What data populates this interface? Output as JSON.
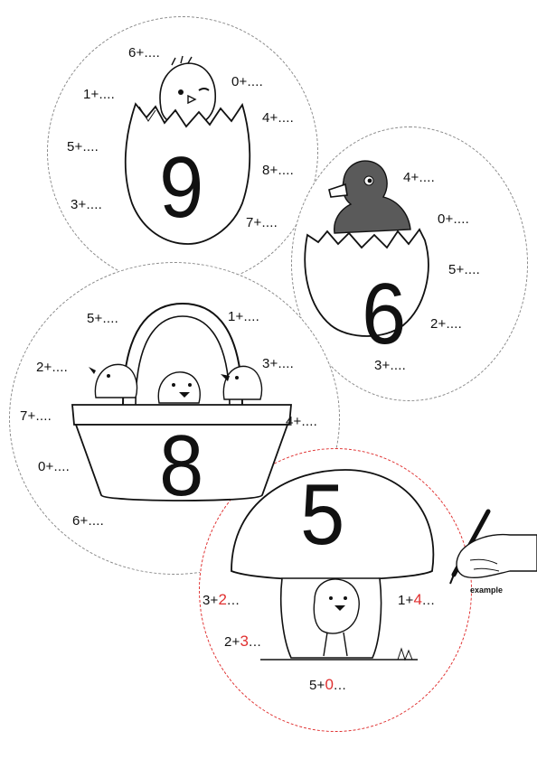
{
  "circles": [
    {
      "id": "circle-9",
      "number": "9",
      "illustration": "chick-in-egg",
      "expressions": [
        "6+....",
        "0+....",
        "1+....",
        "4+....",
        "5+....",
        "8+....",
        "3+....",
        "7+...."
      ]
    },
    {
      "id": "circle-6",
      "number": "6",
      "illustration": "duckling-in-egg",
      "expressions": [
        "4+....",
        "0+....",
        "5+....",
        "2+....",
        "3+...."
      ]
    },
    {
      "id": "circle-8",
      "number": "8",
      "illustration": "chicks-in-basket",
      "expressions": [
        "5+....",
        "1+....",
        "2+....",
        "3+....",
        "7+....",
        "4+....",
        "0+....",
        "6+...."
      ]
    },
    {
      "id": "circle-5",
      "number": "5",
      "illustration": "chick-under-mushroom",
      "is_example": true,
      "expressions": [
        {
          "text": "3+",
          "answer": "2",
          "dots": "..."
        },
        {
          "text": "1+",
          "answer": "4",
          "dots": "..."
        },
        {
          "text": "2+",
          "answer": "3",
          "dots": "..."
        },
        {
          "text": "5+",
          "answer": "0",
          "dots": "..."
        }
      ]
    }
  ],
  "example_label": "example",
  "colors": {
    "answer": "#e03030",
    "dashed_border": "#8a8a8a",
    "example_border": "#e03030"
  }
}
